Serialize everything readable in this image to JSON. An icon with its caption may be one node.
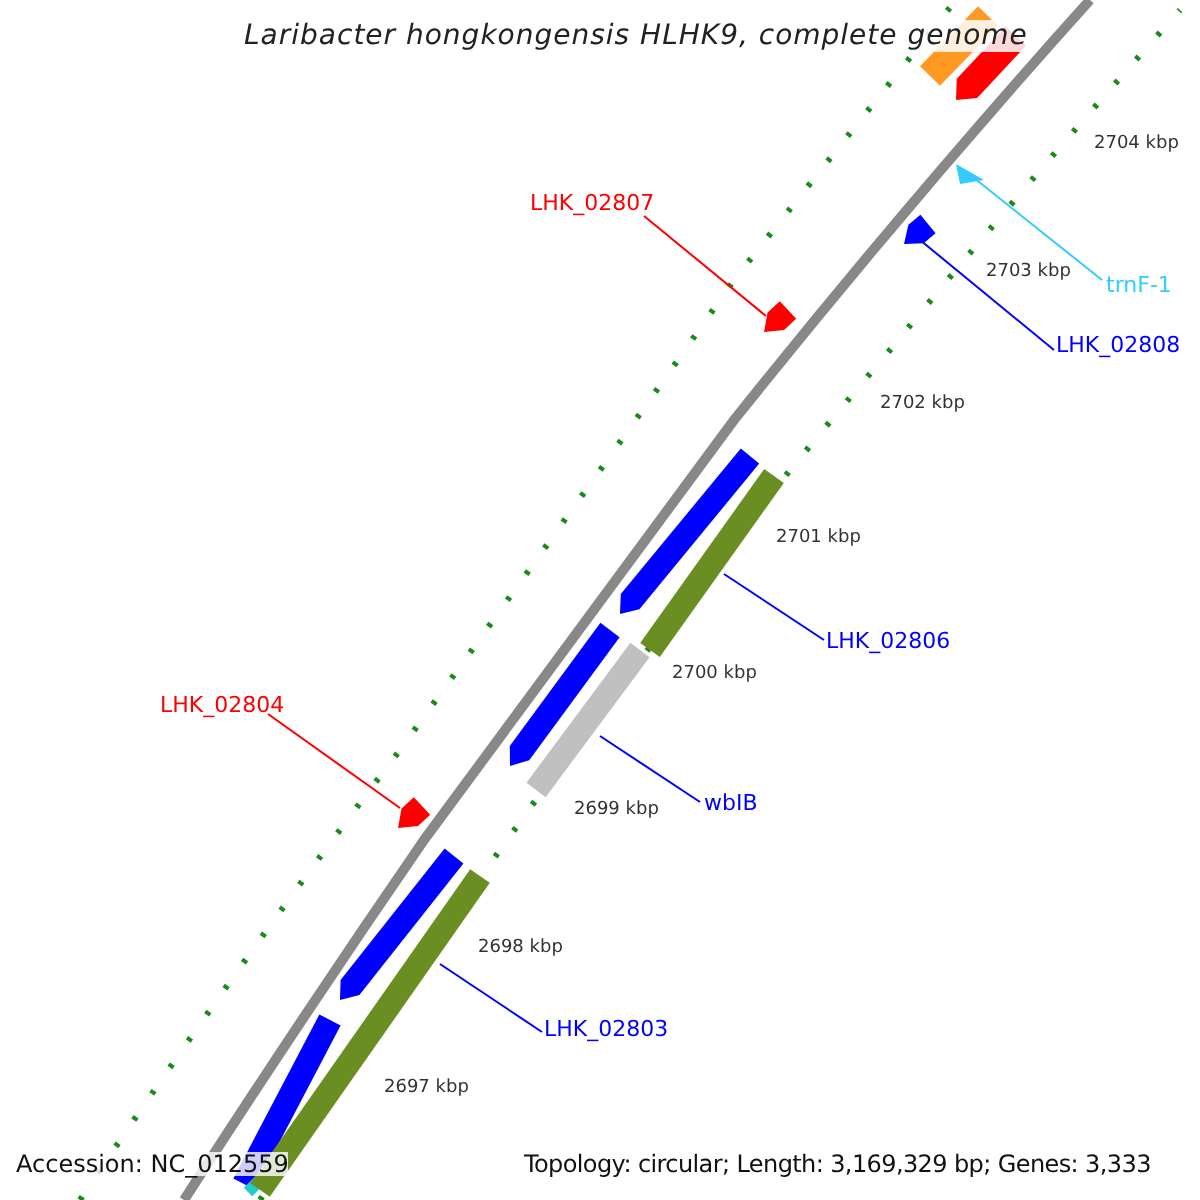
{
  "diagram": {
    "title": "Laribacter hongkongensis HLHK9, complete genome",
    "nodes": [
      {
        "text": [
          "LHK_02807"
        ]
      },
      {
        "text": [
          "trnF-1"
        ]
      },
      {
        "text": [
          "LHK_02808"
        ]
      },
      {
        "text": [
          "LHK_02806"
        ]
      },
      {
        "text": [
          "LHK_02804"
        ]
      },
      {
        "text": [
          "wbIB"
        ]
      },
      {
        "text": [
          "LHK_02803"
        ]
      },
      {
        "text": [],
        "shape": "bar"
      },
      {
        "text": [],
        "shape": "bar"
      },
      {
        "text": [],
        "shape": "bar"
      },
      {
        "text": [],
        "shape": "bar"
      },
      {
        "text": [],
        "shape": "bar"
      },
      {
        "text": [],
        "shape": "bar"
      },
      {
        "text": [],
        "shape": "bar"
      }
    ],
    "edges": [
      {
        "from": 0,
        "to": 7,
        "arrow": "none",
        "color": "#ff0000"
      },
      {
        "from": 1,
        "to": 8,
        "arrow": "none",
        "color": "#33ccff"
      },
      {
        "from": 2,
        "to": 9,
        "arrow": "none"
      },
      {
        "from": 3,
        "to": 10,
        "arrow": "none"
      },
      {
        "from": 4,
        "to": 11,
        "arrow": "none",
        "color": "#ff0000"
      },
      {
        "from": 5,
        "to": 12,
        "arrow": "none"
      },
      {
        "from": 6,
        "to": 13,
        "arrow": "none"
      }
    ],
    "labels": [
      "2704 kbp",
      "2703 kbp",
      "2702 kbp",
      "2701 kbp",
      "2700 kbp",
      "2699 kbp",
      "2698 kbp",
      "2697 kbp",
      "Accession: NC_012559",
      "Topology: circular; Length: 3,169,329 bp; Genes: 3,333"
    ]
  }
}
